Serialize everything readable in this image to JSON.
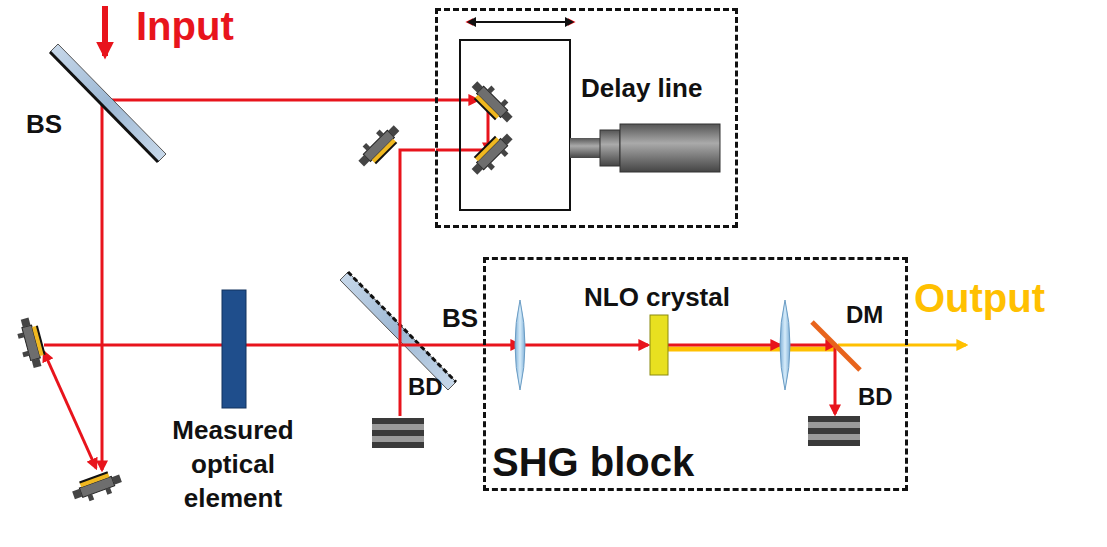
{
  "diagram": {
    "nodes": [
      {
        "text": [
          "Delay line"
        ]
      },
      {
        "text": [
          "SHG block"
        ]
      }
    ],
    "edges": [
      {
        "from": 0,
        "to": 1,
        "arrow": "none"
      }
    ],
    "labels": [
      "Input",
      "BS",
      "BS",
      "NLO crystal",
      "DM",
      "Output",
      "BD",
      "BD",
      "Measured optical element"
    ]
  }
}
